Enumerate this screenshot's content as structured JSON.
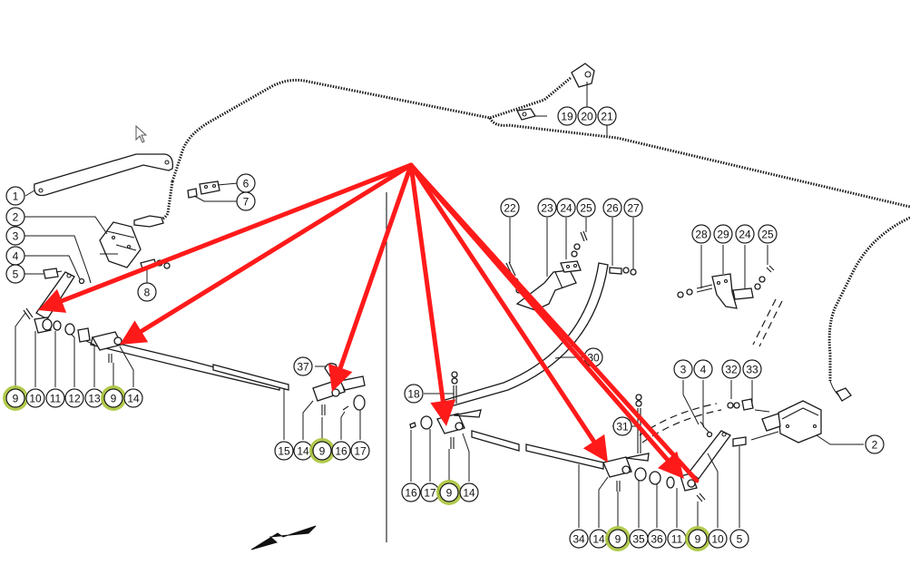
{
  "diagram": {
    "title": "Exploded parts diagram with highlighted part number",
    "highlighted_part": "9",
    "highlight_color": "#a8c43a",
    "arrow_color": "#ff1a1a",
    "callouts": [
      {
        "id": "c1",
        "label": "1"
      },
      {
        "id": "c2a",
        "label": "2"
      },
      {
        "id": "c3a",
        "label": "3"
      },
      {
        "id": "c4a",
        "label": "4"
      },
      {
        "id": "c5a",
        "label": "5"
      },
      {
        "id": "c6",
        "label": "6"
      },
      {
        "id": "c7",
        "label": "7"
      },
      {
        "id": "c8",
        "label": "8"
      },
      {
        "id": "c9a",
        "label": "9",
        "highlighted": true
      },
      {
        "id": "c10a",
        "label": "10"
      },
      {
        "id": "c11a",
        "label": "11"
      },
      {
        "id": "c12",
        "label": "12"
      },
      {
        "id": "c13",
        "label": "13"
      },
      {
        "id": "c9b",
        "label": "9",
        "highlighted": true
      },
      {
        "id": "c14a",
        "label": "14"
      },
      {
        "id": "c37",
        "label": "37"
      },
      {
        "id": "c15",
        "label": "15"
      },
      {
        "id": "c14b",
        "label": "14"
      },
      {
        "id": "c9c",
        "label": "9",
        "highlighted": true
      },
      {
        "id": "c16a",
        "label": "16"
      },
      {
        "id": "c17a",
        "label": "17"
      },
      {
        "id": "c19",
        "label": "19"
      },
      {
        "id": "c20",
        "label": "20"
      },
      {
        "id": "c21",
        "label": "21"
      },
      {
        "id": "c22",
        "label": "22"
      },
      {
        "id": "c23",
        "label": "23"
      },
      {
        "id": "c24a",
        "label": "24"
      },
      {
        "id": "c25a",
        "label": "25"
      },
      {
        "id": "c26",
        "label": "26"
      },
      {
        "id": "c27",
        "label": "27"
      },
      {
        "id": "c28",
        "label": "28"
      },
      {
        "id": "c29",
        "label": "29"
      },
      {
        "id": "c24b",
        "label": "24"
      },
      {
        "id": "c25b",
        "label": "25"
      },
      {
        "id": "c30",
        "label": "30"
      },
      {
        "id": "c18",
        "label": "18"
      },
      {
        "id": "c31",
        "label": "31"
      },
      {
        "id": "c3b",
        "label": "3"
      },
      {
        "id": "c4b",
        "label": "4"
      },
      {
        "id": "c32",
        "label": "32"
      },
      {
        "id": "c33",
        "label": "33"
      },
      {
        "id": "c2b",
        "label": "2"
      },
      {
        "id": "c16b",
        "label": "16"
      },
      {
        "id": "c17b",
        "label": "17"
      },
      {
        "id": "c9d",
        "label": "9",
        "highlighted": true
      },
      {
        "id": "c14c",
        "label": "14"
      },
      {
        "id": "c34",
        "label": "34"
      },
      {
        "id": "c14d",
        "label": "14"
      },
      {
        "id": "c9e",
        "label": "9",
        "highlighted": true
      },
      {
        "id": "c35",
        "label": "35"
      },
      {
        "id": "c36",
        "label": "36"
      },
      {
        "id": "c11b",
        "label": "11"
      },
      {
        "id": "c9f",
        "label": "9",
        "highlighted": true
      },
      {
        "id": "c10b",
        "label": "10"
      },
      {
        "id": "c5b",
        "label": "5"
      }
    ],
    "annotation_arrows_count": 7,
    "direction_indicator": "travel-direction-arrow"
  }
}
